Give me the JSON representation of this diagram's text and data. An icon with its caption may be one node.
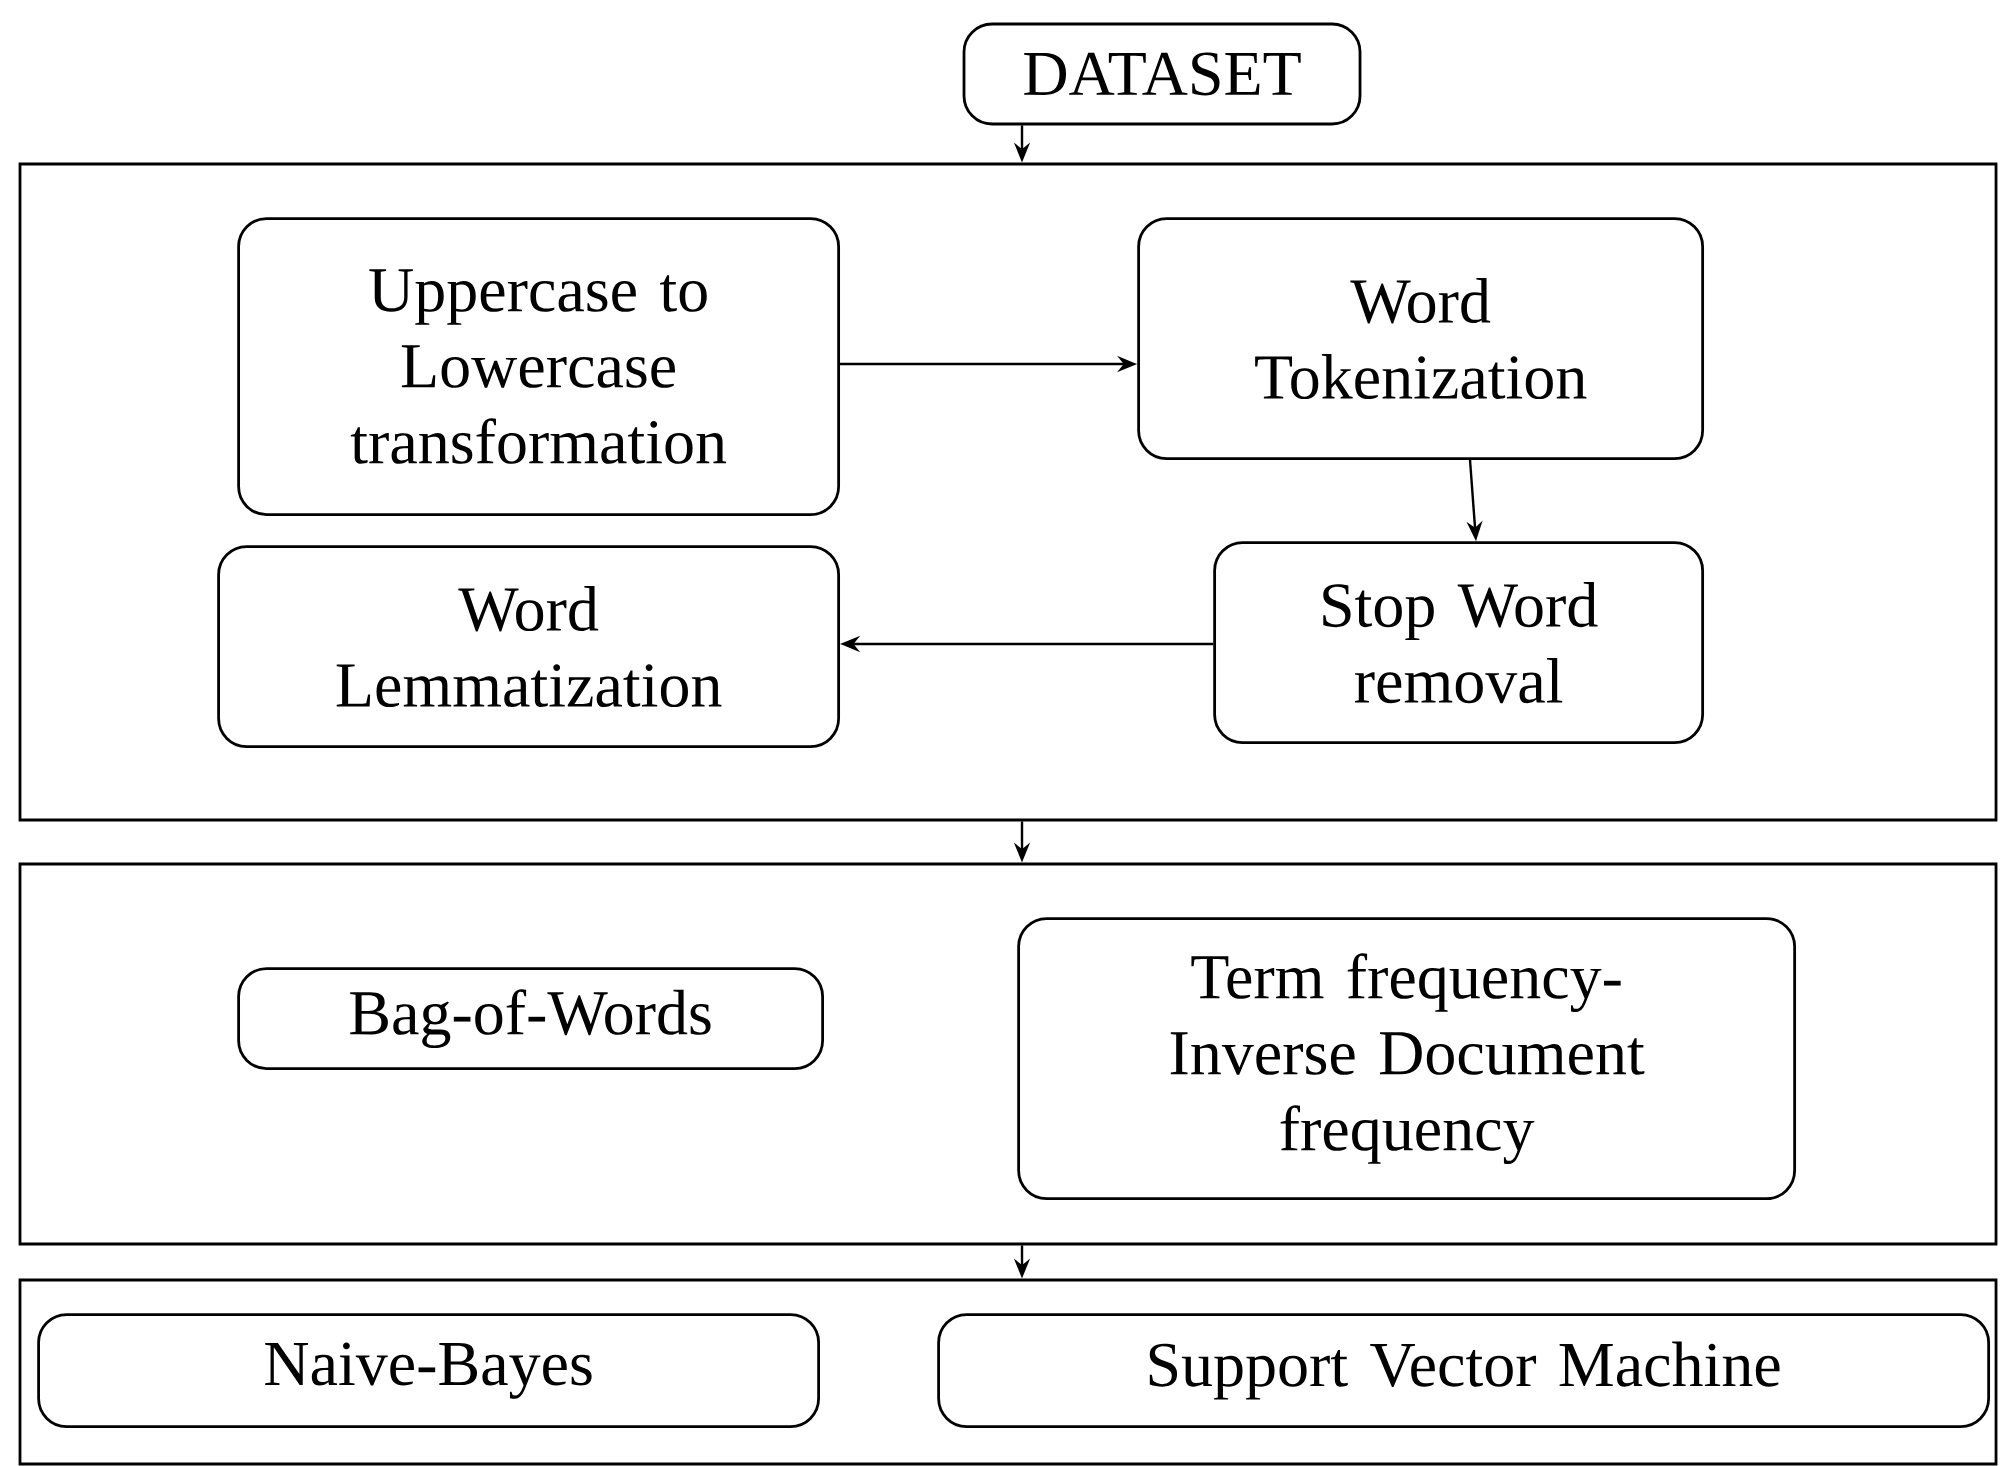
{
  "diagram": {
    "nodes": [
      {
        "text": [
          "DATASET"
        ]
      },
      {
        "text": [],
        "shape": "box"
      },
      {
        "text": [
          "Uppercase to Lowercase transformation"
        ],
        "in": 1
      },
      {
        "text": [
          "Word Tokenization"
        ],
        "in": 1
      },
      {
        "text": [
          "Stop Word removal"
        ],
        "in": 1
      },
      {
        "text": [
          "Word Lemmatization"
        ],
        "in": 1
      },
      {
        "text": [],
        "shape": "box"
      },
      {
        "text": [
          "Bag-of-Words"
        ],
        "in": 6
      },
      {
        "text": [
          "Term frequency- Inverse Document frequency"
        ],
        "in": 6
      },
      {
        "text": [],
        "shape": "box"
      },
      {
        "text": [
          "Naive-Bayes"
        ],
        "in": 9
      },
      {
        "text": [
          "Support Vector Machine"
        ],
        "in": 9
      }
    ],
    "edges": [
      {
        "from": 0,
        "to": 1,
        "arrow": "to"
      },
      {
        "from": 2,
        "to": 3,
        "arrow": "to"
      },
      {
        "from": 3,
        "to": 4,
        "arrow": "to"
      },
      {
        "from": 4,
        "to": 5,
        "arrow": "to"
      },
      {
        "from": 1,
        "to": 6,
        "arrow": "to"
      },
      {
        "from": 6,
        "to": 9,
        "arrow": "to"
      }
    ]
  }
}
